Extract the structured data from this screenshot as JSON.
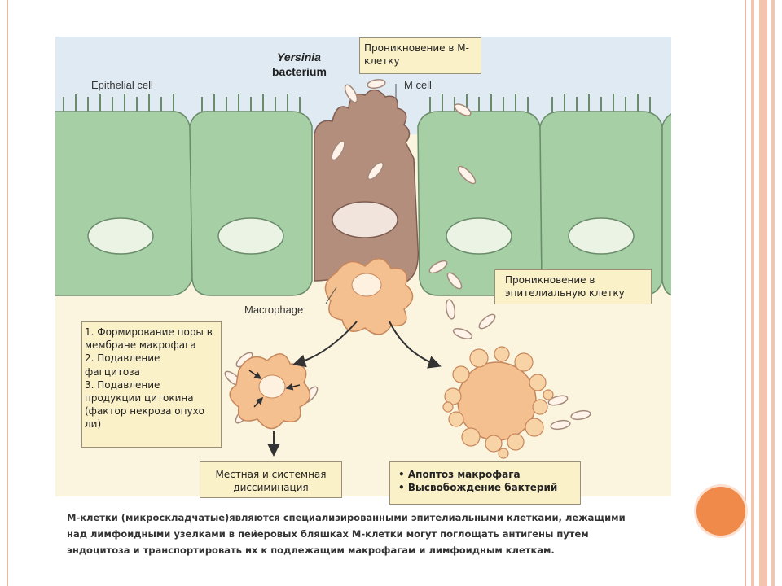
{
  "labels": {
    "bacterium_line1": "Yersinia",
    "bacterium_line2": "bacterium",
    "epithelial_cell": "Epithelial cell",
    "m_cell": "M cell",
    "macrophage": "Macrophage"
  },
  "notes": {
    "m_cell_entry": "Проникновение в М-клетку",
    "epithelial_entry": "Проникновение в эпителиальную клетку",
    "effects": [
      "1. Формирование поры в мембране макрофага",
      "2. Подавление фагцитоза",
      "3. Подавление продукции цитокина (фактор некроза опухо ли)"
    ],
    "dissemination": "Местная и системная диссиминация",
    "outcomes": [
      "Апоптоз макрофага",
      "Высвобождение бактерий"
    ]
  },
  "caption": [
    "М-клетки (микроскладчатые)являются специализированными эпителиальными клетками, лежащими",
    "над лимфоидными узелками в пейеровых бляшках М-клетки могут поглощать антигены путем",
    "эндоцитоза и транспортировать их к подлежащим макрофагам и лимфоидным клеткам."
  ],
  "colors": {
    "epithelial_fill": "#a6cfa6",
    "m_cell_fill": "#b48e7d",
    "macrophage_fill": "#f5c08f",
    "bacterium_fill": "#fff3ea",
    "note_fill": "#fbf1c8",
    "accent": "#f08a4b"
  }
}
